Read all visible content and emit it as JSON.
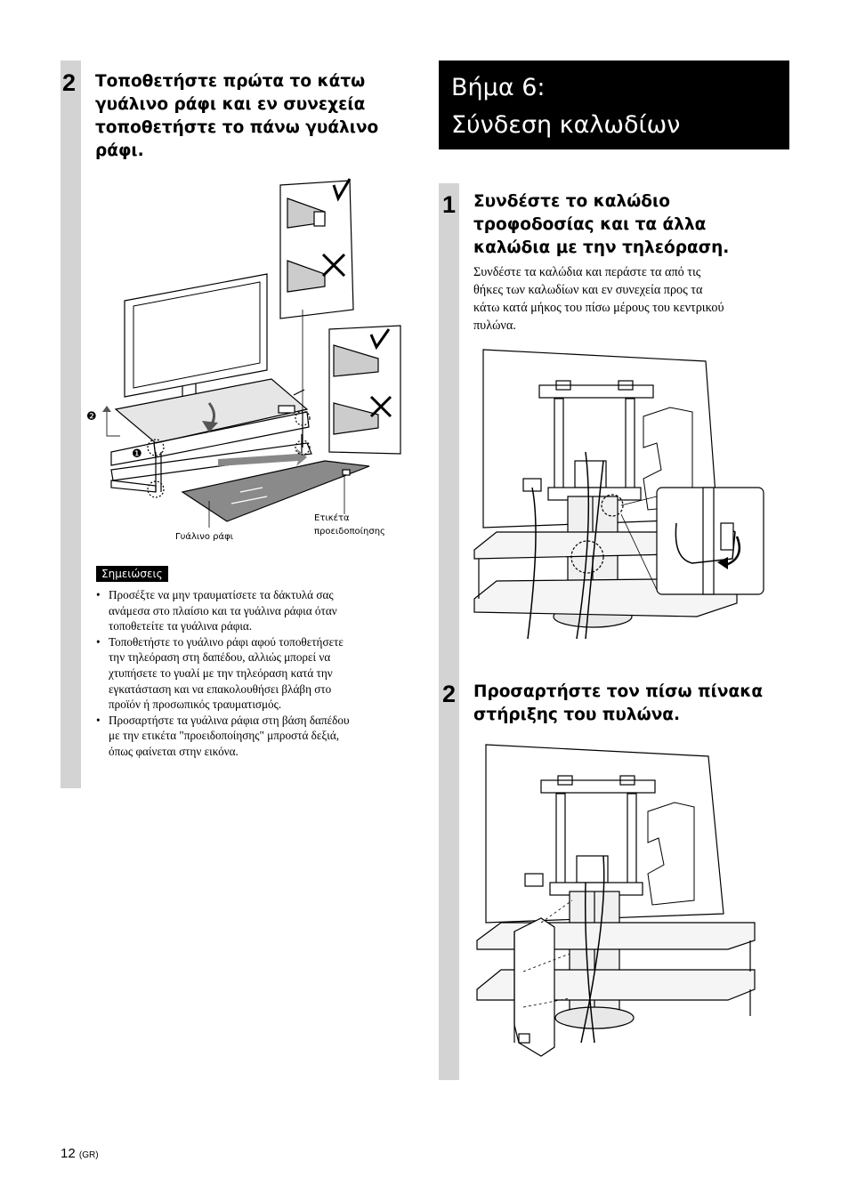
{
  "left": {
    "step_number": "2",
    "heading_lines": [
      "Τοποθετήστε πρώτα το κάτω",
      "γυάλινο ράφι και εν συνεχεία",
      "τοποθετήστε το πάνω γυάλινο",
      "ράφι."
    ],
    "figure": {
      "label_glass": "Γυάλινο ράφι",
      "label_warning_1": "Ετικέτα",
      "label_warning_2": "προειδοποίησης",
      "marker_1": "❶",
      "marker_2": "❷"
    },
    "notes_badge": "Σημειώσεις",
    "notes": [
      [
        "Προσέξτε να μην τραυματίσετε τα δάκτυλά σας",
        "ανάμεσα στο πλαίσιο και τα γυάλινα ράφια όταν",
        "τοποθετείτε τα γυάλινα ράφια."
      ],
      [
        "Τοποθετήστε το γυάλινο ράφι αφού τοποθετήσετε",
        "την τηλεόραση στη δαπέδου, αλλιώς μπορεί να",
        "χτυπήσετε το γυαλί με την τηλεόραση κατά την",
        "εγκατάσταση και να επακολουθήσει βλάβη στο",
        "προϊόν ή προσωπικός τραυματισμός."
      ],
      [
        "Προσαρτήστε τα γυάλινα ράφια στη βάση δαπέδου",
        "με την ετικέτα \"προειδοποίησης\" μπροστά δεξιά,",
        "όπως φαίνεται στην εικόνα."
      ]
    ]
  },
  "right": {
    "title_line1": "Βήμα 6:",
    "title_line2": "Σύνδεση καλωδίων",
    "step1": {
      "number": "1",
      "heading_lines": [
        "Συνδέστε το καλώδιο",
        "τροφοδοσίας και τα άλλα",
        "καλώδια με την τηλεόραση."
      ],
      "body_lines": [
        "Συνδέστε τα καλώδια και περάστε τα από τις",
        "θήκες των καλωδίων και εν συνεχεία προς τα",
        "κάτω κατά μήκος του πίσω μέρους του κεντρικού",
        "πυλώνα."
      ]
    },
    "step2": {
      "number": "2",
      "heading_lines": [
        "Προσαρτήστε τον πίσω πίνακα",
        "στήριξης του πυλώνα."
      ]
    }
  },
  "footer": {
    "page": "12",
    "lang": "(GR)"
  }
}
